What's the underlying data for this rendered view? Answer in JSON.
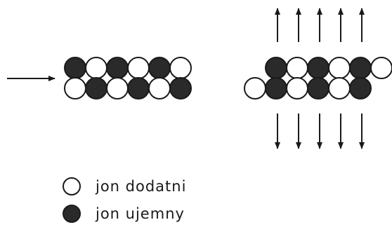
{
  "diagram": {
    "colors": {
      "ink": "#1a1a1a",
      "positive_fill": "#ffffff",
      "negative_fill": "#2a2a2a",
      "background": "#ffffff"
    },
    "left_crystal": {
      "top_row": [
        "negative",
        "positive",
        "negative",
        "positive",
        "negative",
        "positive"
      ],
      "bottom_row": [
        "positive",
        "negative",
        "positive",
        "negative",
        "positive",
        "negative"
      ]
    },
    "right_crystal": {
      "top_row": [
        "negative",
        "positive",
        "negative",
        "positive",
        "negative",
        "positive"
      ],
      "bottom_row": [
        "positive",
        "negative",
        "positive",
        "negative",
        "positive",
        "negative"
      ]
    },
    "legend": {
      "positive_label": "jon dodatni",
      "negative_label": "jon ujemny"
    }
  }
}
